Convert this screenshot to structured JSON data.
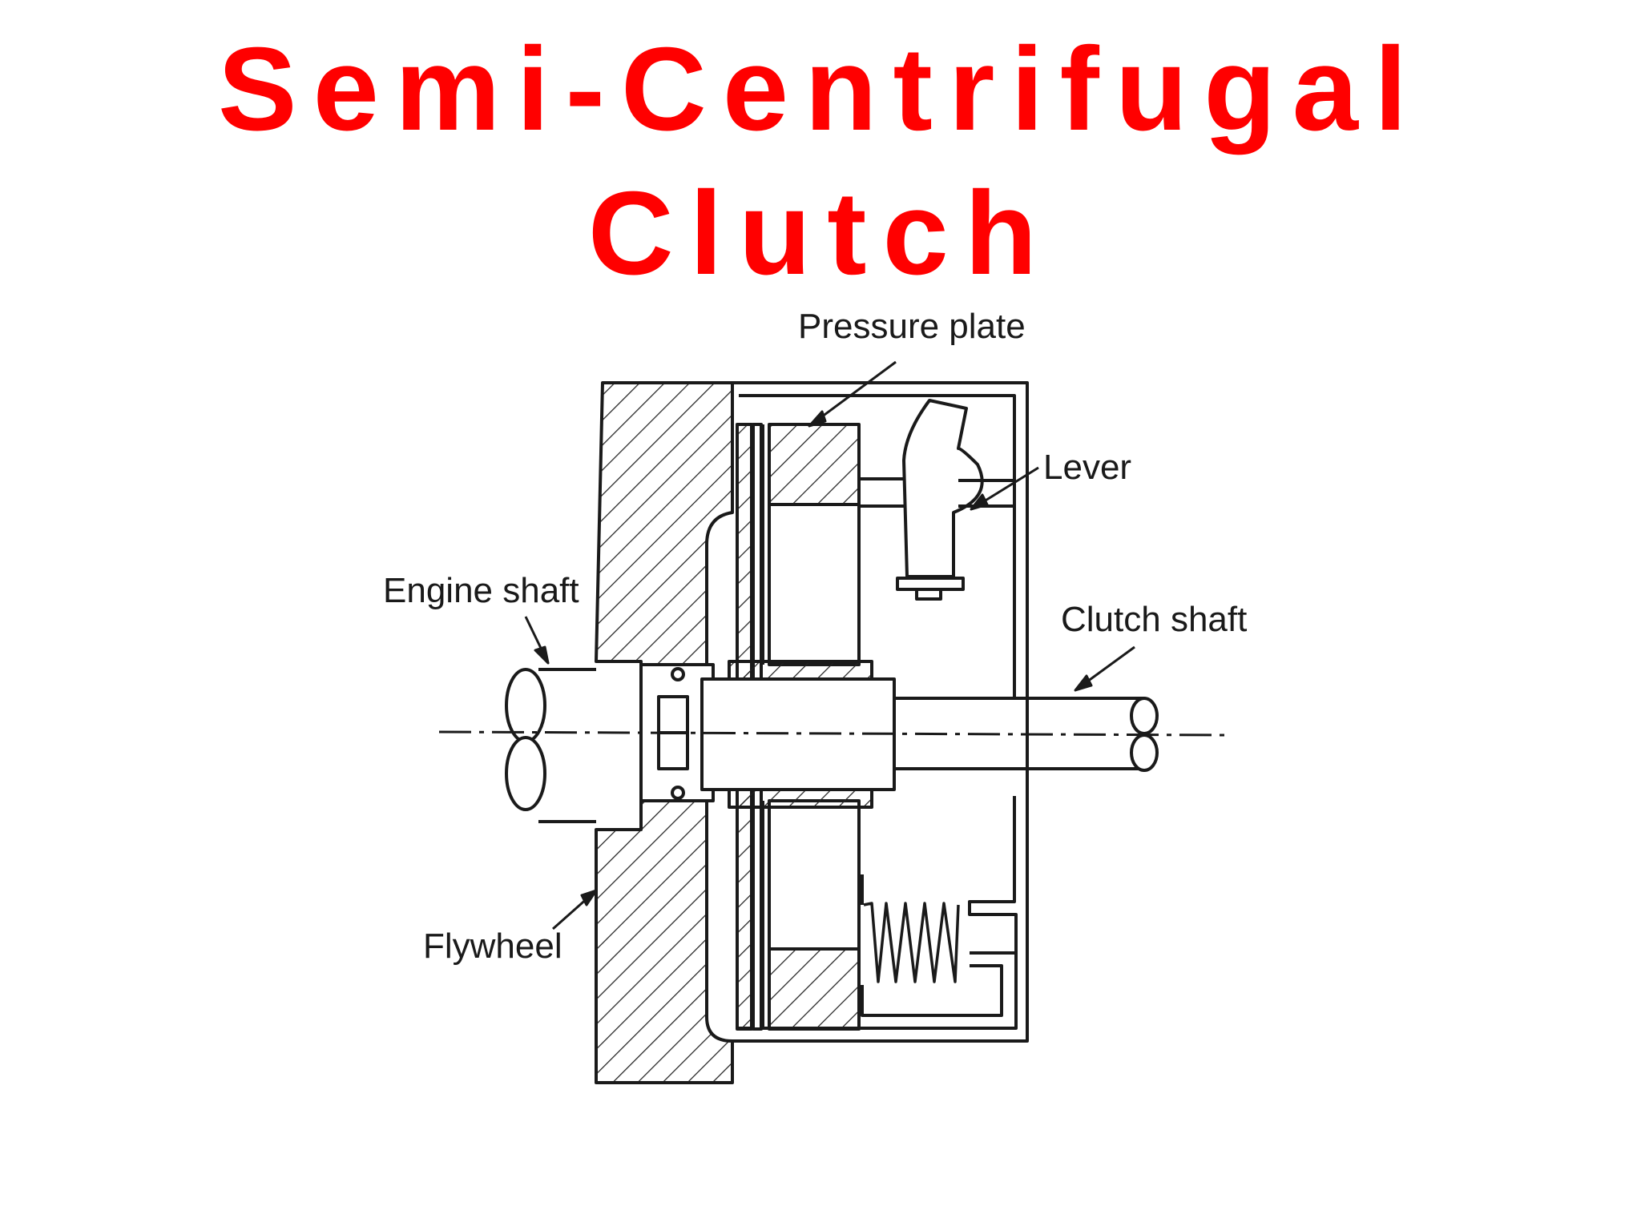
{
  "title": {
    "line1": "Semi-Centrifugal",
    "line2": "Clutch",
    "color": "#ff0000"
  },
  "labels": {
    "pressure_plate": "Pressure plate",
    "lever": "Lever",
    "engine_shaft": "Engine shaft",
    "clutch_shaft": "Clutch shaft",
    "flywheel": "Flywheel"
  }
}
